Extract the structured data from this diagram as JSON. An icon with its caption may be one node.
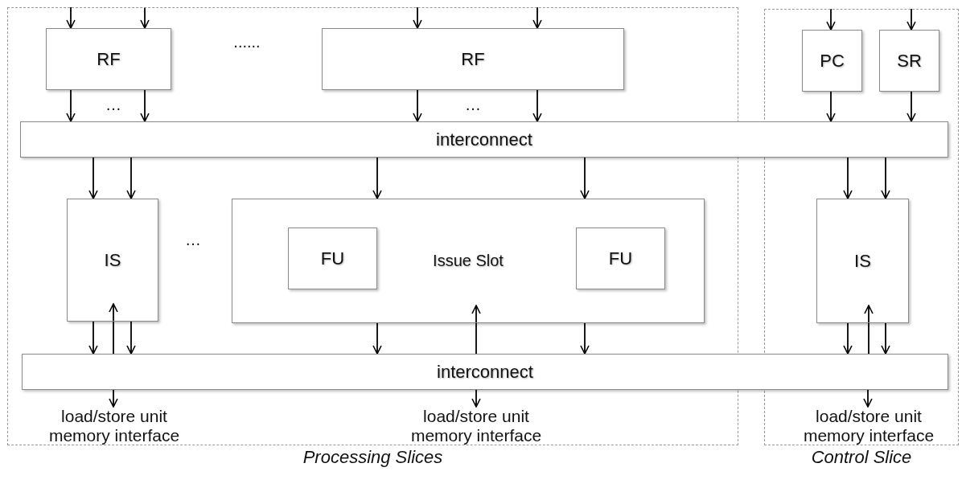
{
  "diagram": {
    "nodes": [
      {
        "text": [
          "Processing Slices"
        ]
      },
      {
        "text": [
          "Control Slice"
        ]
      },
      {
        "text": [
          "RF"
        ],
        "in": 0
      },
      {
        "text": [
          "RF"
        ],
        "in": 0
      },
      {
        "text": [
          "PC"
        ],
        "in": 1
      },
      {
        "text": [
          "SR"
        ],
        "in": 1
      },
      {
        "text": [
          "interconnect"
        ]
      },
      {
        "text": [
          "IS"
        ],
        "in": 0
      },
      {
        "text": [
          "Issue Slot"
        ],
        "in": 0
      },
      {
        "text": [
          "FU"
        ],
        "in": 8
      },
      {
        "text": [
          "FU"
        ],
        "in": 8
      },
      {
        "text": [
          "IS"
        ],
        "in": 1
      },
      {
        "text": [
          "interconnect"
        ]
      },
      {
        "text": [
          "load/store unit memory interface"
        ],
        "in": 0
      },
      {
        "text": [
          "load/store unit memory interface"
        ],
        "in": 0
      },
      {
        "text": [
          "load/store unit memory interface"
        ],
        "in": 1
      }
    ],
    "edges": [
      {
        "from": null,
        "to": 2,
        "arrow": "to"
      },
      {
        "from": null,
        "to": 2,
        "arrow": "to"
      },
      {
        "from": null,
        "to": 3,
        "arrow": "to"
      },
      {
        "from": null,
        "to": 3,
        "arrow": "to"
      },
      {
        "from": null,
        "to": 4,
        "arrow": "to"
      },
      {
        "from": null,
        "to": 5,
        "arrow": "to"
      },
      {
        "from": 2,
        "to": 6,
        "arrow": "to"
      },
      {
        "from": 2,
        "to": 6,
        "arrow": "to"
      },
      {
        "from": 3,
        "to": 6,
        "arrow": "to"
      },
      {
        "from": 3,
        "to": 6,
        "arrow": "to"
      },
      {
        "from": 4,
        "to": 6,
        "arrow": "to"
      },
      {
        "from": 5,
        "to": 6,
        "arrow": "to"
      },
      {
        "from": 6,
        "to": 7,
        "arrow": "to"
      },
      {
        "from": 6,
        "to": 7,
        "arrow": "to"
      },
      {
        "from": 6,
        "to": 8,
        "arrow": "to"
      },
      {
        "from": 6,
        "to": 8,
        "arrow": "to"
      },
      {
        "from": 6,
        "to": 11,
        "arrow": "to"
      },
      {
        "from": 6,
        "to": 11,
        "arrow": "to"
      },
      {
        "from": 7,
        "to": 12,
        "arrow": "to"
      },
      {
        "from": 7,
        "to": 12,
        "arrow": "to"
      },
      {
        "from": 12,
        "to": 7,
        "arrow": "to"
      },
      {
        "from": 8,
        "to": 12,
        "arrow": "to"
      },
      {
        "from": 8,
        "to": 12,
        "arrow": "to"
      },
      {
        "from": 12,
        "to": 8,
        "arrow": "to"
      },
      {
        "from": 11,
        "to": 12,
        "arrow": "to"
      },
      {
        "from": 11,
        "to": 12,
        "arrow": "to"
      },
      {
        "from": 12,
        "to": 11,
        "arrow": "to"
      },
      {
        "from": 12,
        "to": 13,
        "arrow": "to"
      },
      {
        "from": 12,
        "to": 14,
        "arrow": "to"
      },
      {
        "from": 12,
        "to": 15,
        "arrow": "to"
      }
    ],
    "labels": [
      "......",
      "…",
      "…",
      "…"
    ]
  }
}
